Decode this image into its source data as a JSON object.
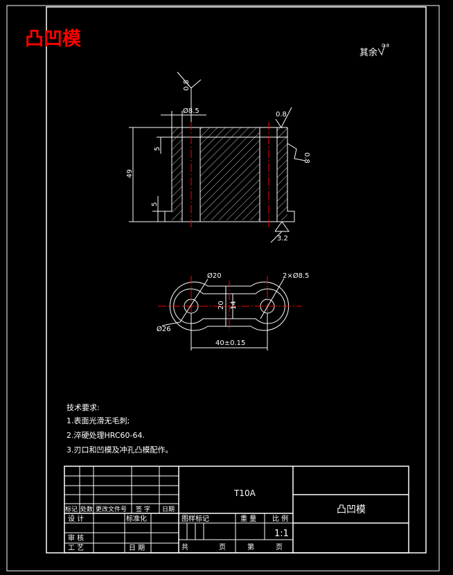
{
  "drawing": {
    "title_red": "凸凹模",
    "surface_note": {
      "text": "其余",
      "value": "0.8"
    },
    "colors": {
      "background": "#000000",
      "line": "#ffffff",
      "center_line": "#ff0000",
      "title_red": "#ff0000"
    },
    "section_view": {
      "dims": {
        "top_dia": "Ø8.5",
        "height": "49",
        "step_top": "5",
        "step_bottom": "5"
      },
      "roughness": {
        "left_top": "0.8",
        "right_top": "0.8",
        "right_side": "0.8",
        "bottom": "3.2"
      }
    },
    "plan_view": {
      "dims": {
        "outer_r": "Ø20",
        "holes": "2×Ø8.5",
        "width": "20",
        "inner_w": "14",
        "outer_big": "Ø26",
        "center_dist": "40±0.15"
      }
    },
    "technical_requirements": {
      "heading": "技术要求:",
      "items": [
        "1.表面光滑无毛刺;",
        "2.淬硬处理HRC60-64.",
        "3.刃口和凹模及冲孔凸模配作。"
      ]
    },
    "title_block": {
      "material": "T10A",
      "part_name": "凸凹模",
      "rev_headers": [
        "标记",
        "处数",
        "更改文件号",
        "签 字",
        "日期"
      ],
      "design": "设 计",
      "standardize": "标准化",
      "review": "审 核",
      "process": "工 艺",
      "date": "日 期",
      "stage_mark": "图样标记",
      "weight": "重 量",
      "scale_label": "比 例",
      "scale": "1:1",
      "total_label": "共",
      "page_label": "页",
      "sheet_label": "第",
      "sheet_page": "页"
    }
  }
}
